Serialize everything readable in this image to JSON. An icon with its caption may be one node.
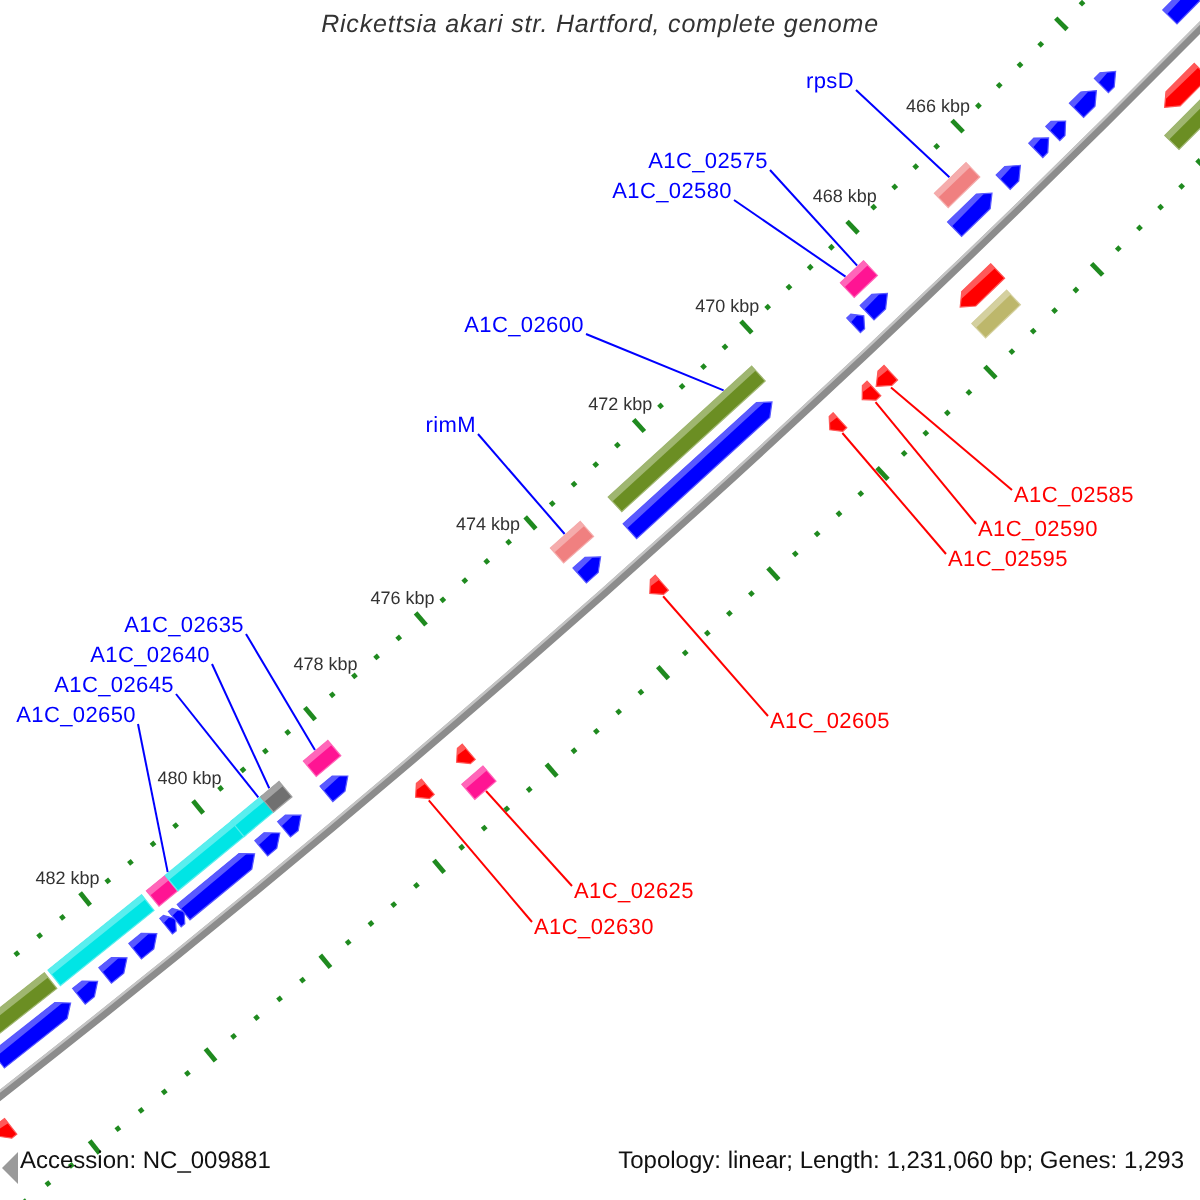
{
  "diagram": {
    "title": "Rickettsia akari str. Hartford, complete genome",
    "nodes": [
      {
        "text": [
          "rpsD"
        ]
      },
      {
        "text": [
          "A1C_02575"
        ]
      },
      {
        "text": [
          "A1C_02580"
        ]
      },
      {
        "text": [
          "A1C_02600"
        ]
      },
      {
        "text": [
          "rimM"
        ]
      },
      {
        "text": [
          "A1C_02585"
        ]
      },
      {
        "text": [
          "A1C_02590"
        ]
      },
      {
        "text": [
          "A1C_02595"
        ]
      },
      {
        "text": [
          "A1C_02605"
        ]
      },
      {
        "text": [
          "A1C_02635"
        ]
      },
      {
        "text": [
          "A1C_02640"
        ]
      },
      {
        "text": [
          "A1C_02645"
        ]
      },
      {
        "text": [
          "A1C_02650"
        ]
      },
      {
        "text": [
          "A1C_02625"
        ]
      },
      {
        "text": [
          "A1C_02630"
        ]
      },
      {
        "text": [],
        "shape": "arrow"
      },
      {
        "text": [],
        "shape": "box"
      },
      {
        "text": [],
        "shape": "arrow"
      },
      {
        "text": [],
        "shape": "arrow"
      },
      {
        "text": [],
        "shape": "box"
      },
      {
        "text": [],
        "shape": "arrow"
      },
      {
        "text": [],
        "shape": "arrow"
      },
      {
        "text": [],
        "shape": "box"
      },
      {
        "text": [],
        "shape": "arrow"
      },
      {
        "text": [],
        "shape": "arrow"
      },
      {
        "text": [],
        "shape": "box"
      },
      {
        "text": [],
        "shape": "arrow"
      },
      {
        "text": [],
        "shape": "box"
      },
      {
        "text": [],
        "shape": "arrow"
      },
      {
        "text": [],
        "shape": "box"
      },
      {
        "text": [],
        "shape": "arrow"
      },
      {
        "text": [],
        "shape": "box"
      },
      {
        "text": [],
        "shape": "arrow"
      },
      {
        "text": [],
        "shape": "arrow"
      },
      {
        "text": [],
        "shape": "arrow"
      },
      {
        "text": [],
        "shape": "box"
      },
      {
        "text": [],
        "shape": "box"
      },
      {
        "text": [],
        "shape": "arrow"
      },
      {
        "text": [],
        "shape": "arrow"
      },
      {
        "text": [],
        "shape": "box"
      },
      {
        "text": [],
        "shape": "arrow"
      },
      {
        "text": [],
        "shape": "arrow"
      },
      {
        "text": [],
        "shape": "box"
      },
      {
        "text": [],
        "shape": "arrow"
      },
      {
        "text": [],
        "shape": "arrow"
      },
      {
        "text": [],
        "shape": "arrow"
      },
      {
        "text": [],
        "shape": "arrow"
      },
      {
        "text": [],
        "shape": "box"
      },
      {
        "text": [],
        "shape": "arrow"
      },
      {
        "text": [],
        "shape": "arrow"
      },
      {
        "text": [],
        "shape": "box"
      },
      {
        "text": [],
        "shape": "arrow"
      },
      {
        "text": [],
        "shape": "arrow"
      },
      {
        "text": [],
        "shape": "arrow"
      },
      {
        "text": [],
        "shape": "arrow"
      },
      {
        "text": [],
        "shape": "arrow"
      },
      {
        "text": [],
        "shape": "arrow"
      },
      {
        "text": [],
        "shape": "arrow"
      },
      {
        "text": [],
        "shape": "box"
      }
    ],
    "edges": [
      {
        "from": 0,
        "to": 47,
        "arrow": "none"
      },
      {
        "from": 1,
        "to": 42,
        "arrow": "none"
      },
      {
        "from": 2,
        "to": 42,
        "arrow": "none"
      },
      {
        "from": 3,
        "to": 39,
        "arrow": "none"
      },
      {
        "from": 4,
        "to": 36,
        "arrow": "none"
      },
      {
        "from": 5,
        "to": 46,
        "arrow": "none",
        "color": "#ff0000"
      },
      {
        "from": 6,
        "to": 44,
        "arrow": "none",
        "color": "#ff0000"
      },
      {
        "from": 7,
        "to": 41,
        "arrow": "none",
        "color": "#ff0000"
      },
      {
        "from": 8,
        "to": 38,
        "arrow": "none",
        "color": "#ff0000"
      },
      {
        "from": 9,
        "to": 31,
        "arrow": "none"
      },
      {
        "from": 10,
        "to": 29,
        "arrow": "none"
      },
      {
        "from": 11,
        "to": 27,
        "arrow": "none"
      },
      {
        "from": 12,
        "to": 25,
        "arrow": "none"
      },
      {
        "from": 13,
        "to": 35,
        "arrow": "none",
        "color": "#ff0000"
      },
      {
        "from": 14,
        "to": 33,
        "arrow": "none",
        "color": "#ff0000"
      }
    ],
    "labels": [
      "466 kbp",
      "468 kbp",
      "470 kbp",
      "472 kbp",
      "474 kbp",
      "476 kbp",
      "478 kbp",
      "480 kbp",
      "482 kbp",
      "Accession: NC_009881",
      "Topology: linear; Length: 1,231,060 bp; Genes: 1,293"
    ]
  }
}
